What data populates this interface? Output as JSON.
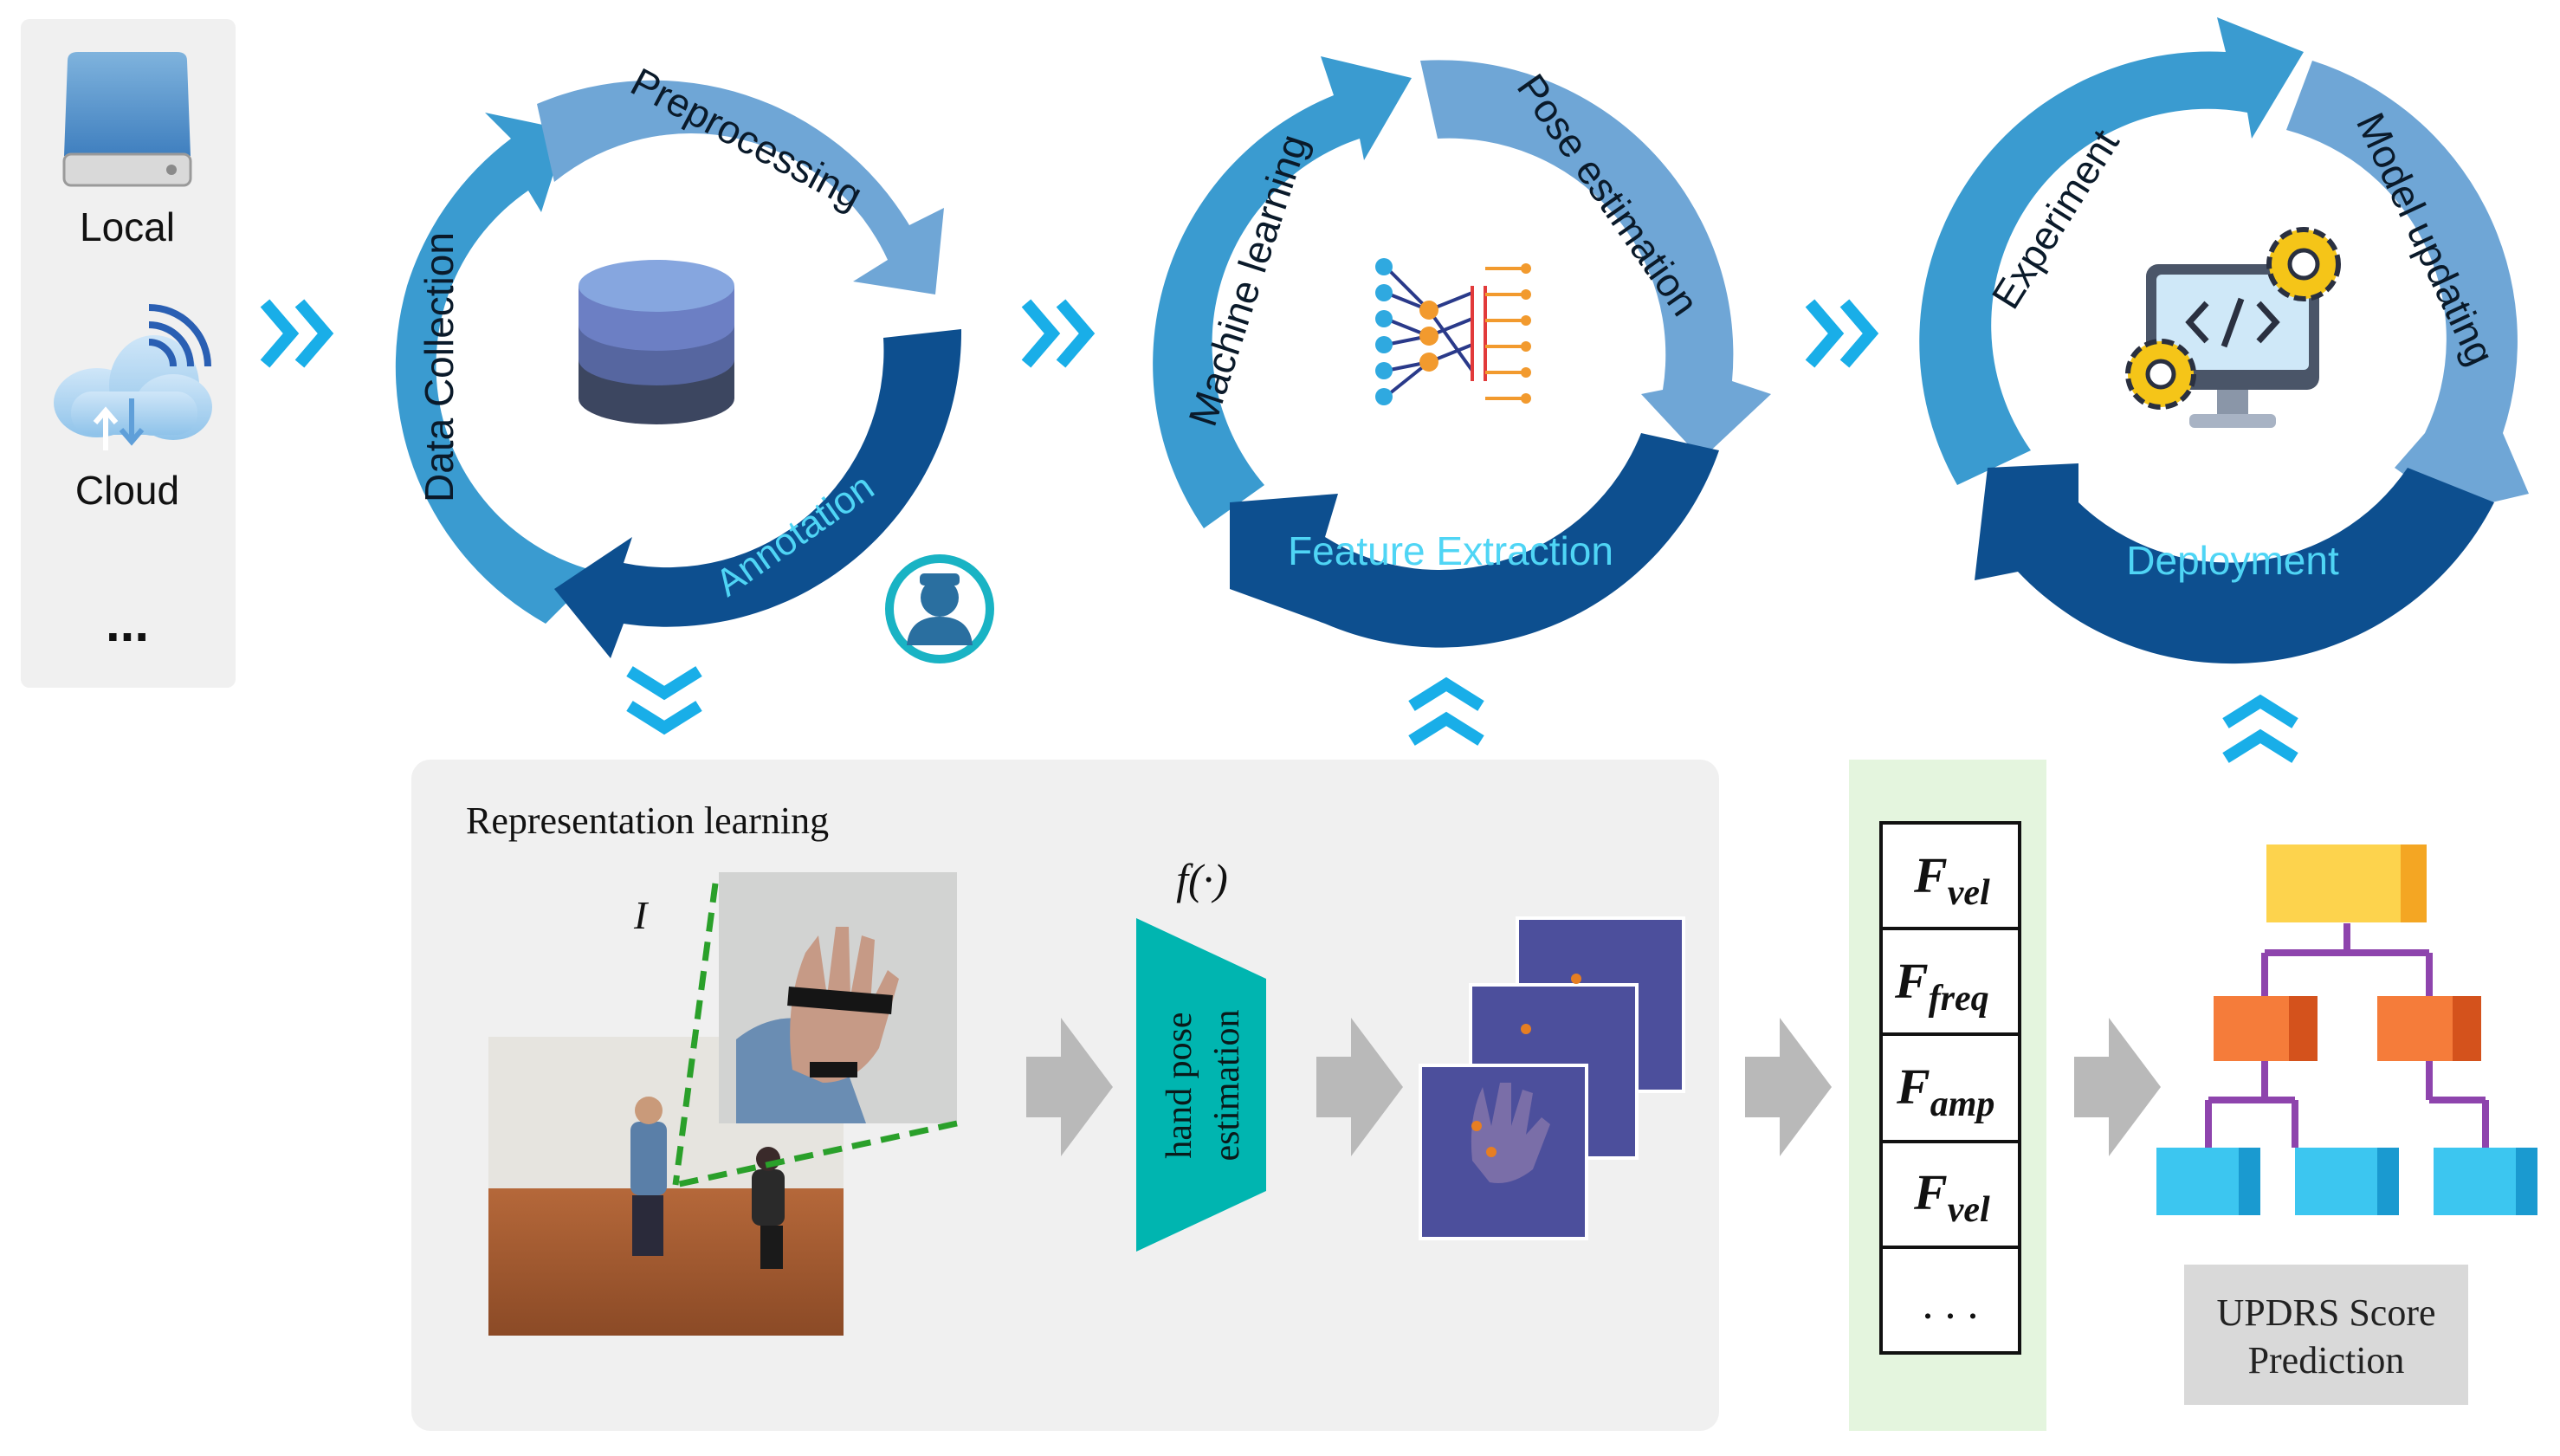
{
  "sources": {
    "local_label": "Local",
    "cloud_label": "Cloud",
    "more_label": "..."
  },
  "cycles": [
    {
      "segments": [
        "Data Collection",
        "Preprocessing",
        "Annotation"
      ]
    },
    {
      "segments": [
        "Machine learning",
        "Pose estimation",
        "Feature Extraction"
      ]
    },
    {
      "segments": [
        "Experiment",
        "Model updating",
        "Deployment"
      ]
    }
  ],
  "representation": {
    "title": "Representation learning",
    "image_symbol": "I",
    "function_label": "f(·)",
    "model_label_line1": "hand pose",
    "model_label_line2": "estimation"
  },
  "features": {
    "items": [
      {
        "symbol": "F",
        "subscript": "vel"
      },
      {
        "symbol": "F",
        "subscript": "freq"
      },
      {
        "symbol": "F",
        "subscript": "amp"
      },
      {
        "symbol": "F",
        "subscript": "vel"
      }
    ],
    "ellipsis": ". . ."
  },
  "output": {
    "label_line1": "UPDRS Score",
    "label_line2": "Prediction"
  },
  "colors": {
    "arrow_light": "#6fa6d6",
    "arrow_mid": "#3a9bd0",
    "arrow_dark": "#0d4f8f",
    "chevron": "#19aee8",
    "model_teal": "#00b5b0",
    "feature_bg": "#e4f5de",
    "panel_bg": "#f0f0f0"
  }
}
